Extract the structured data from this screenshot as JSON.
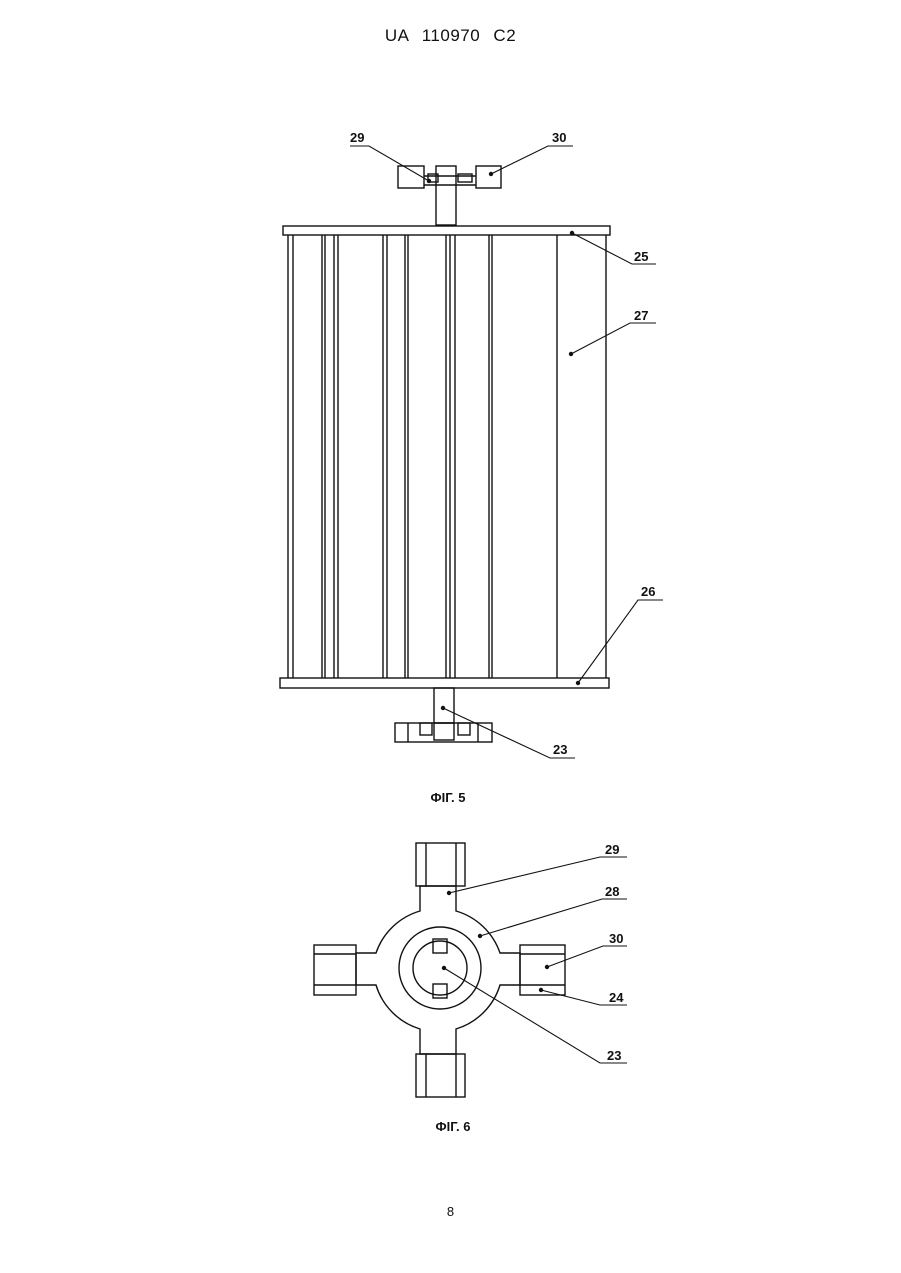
{
  "header": {
    "doc_number": "UA   110970   C2"
  },
  "figures": {
    "fig5": {
      "caption": "ФІГ. 5",
      "labels": {
        "l29": "29",
        "l30": "30",
        "l25": "25",
        "l27": "27",
        "l26": "26",
        "l23": "23"
      }
    },
    "fig6": {
      "caption": "ФІГ. 6",
      "labels": {
        "l29": "29",
        "l28": "28",
        "l30": "30",
        "l24": "24",
        "l23": "23"
      }
    }
  },
  "footer": {
    "page_number": "8"
  }
}
